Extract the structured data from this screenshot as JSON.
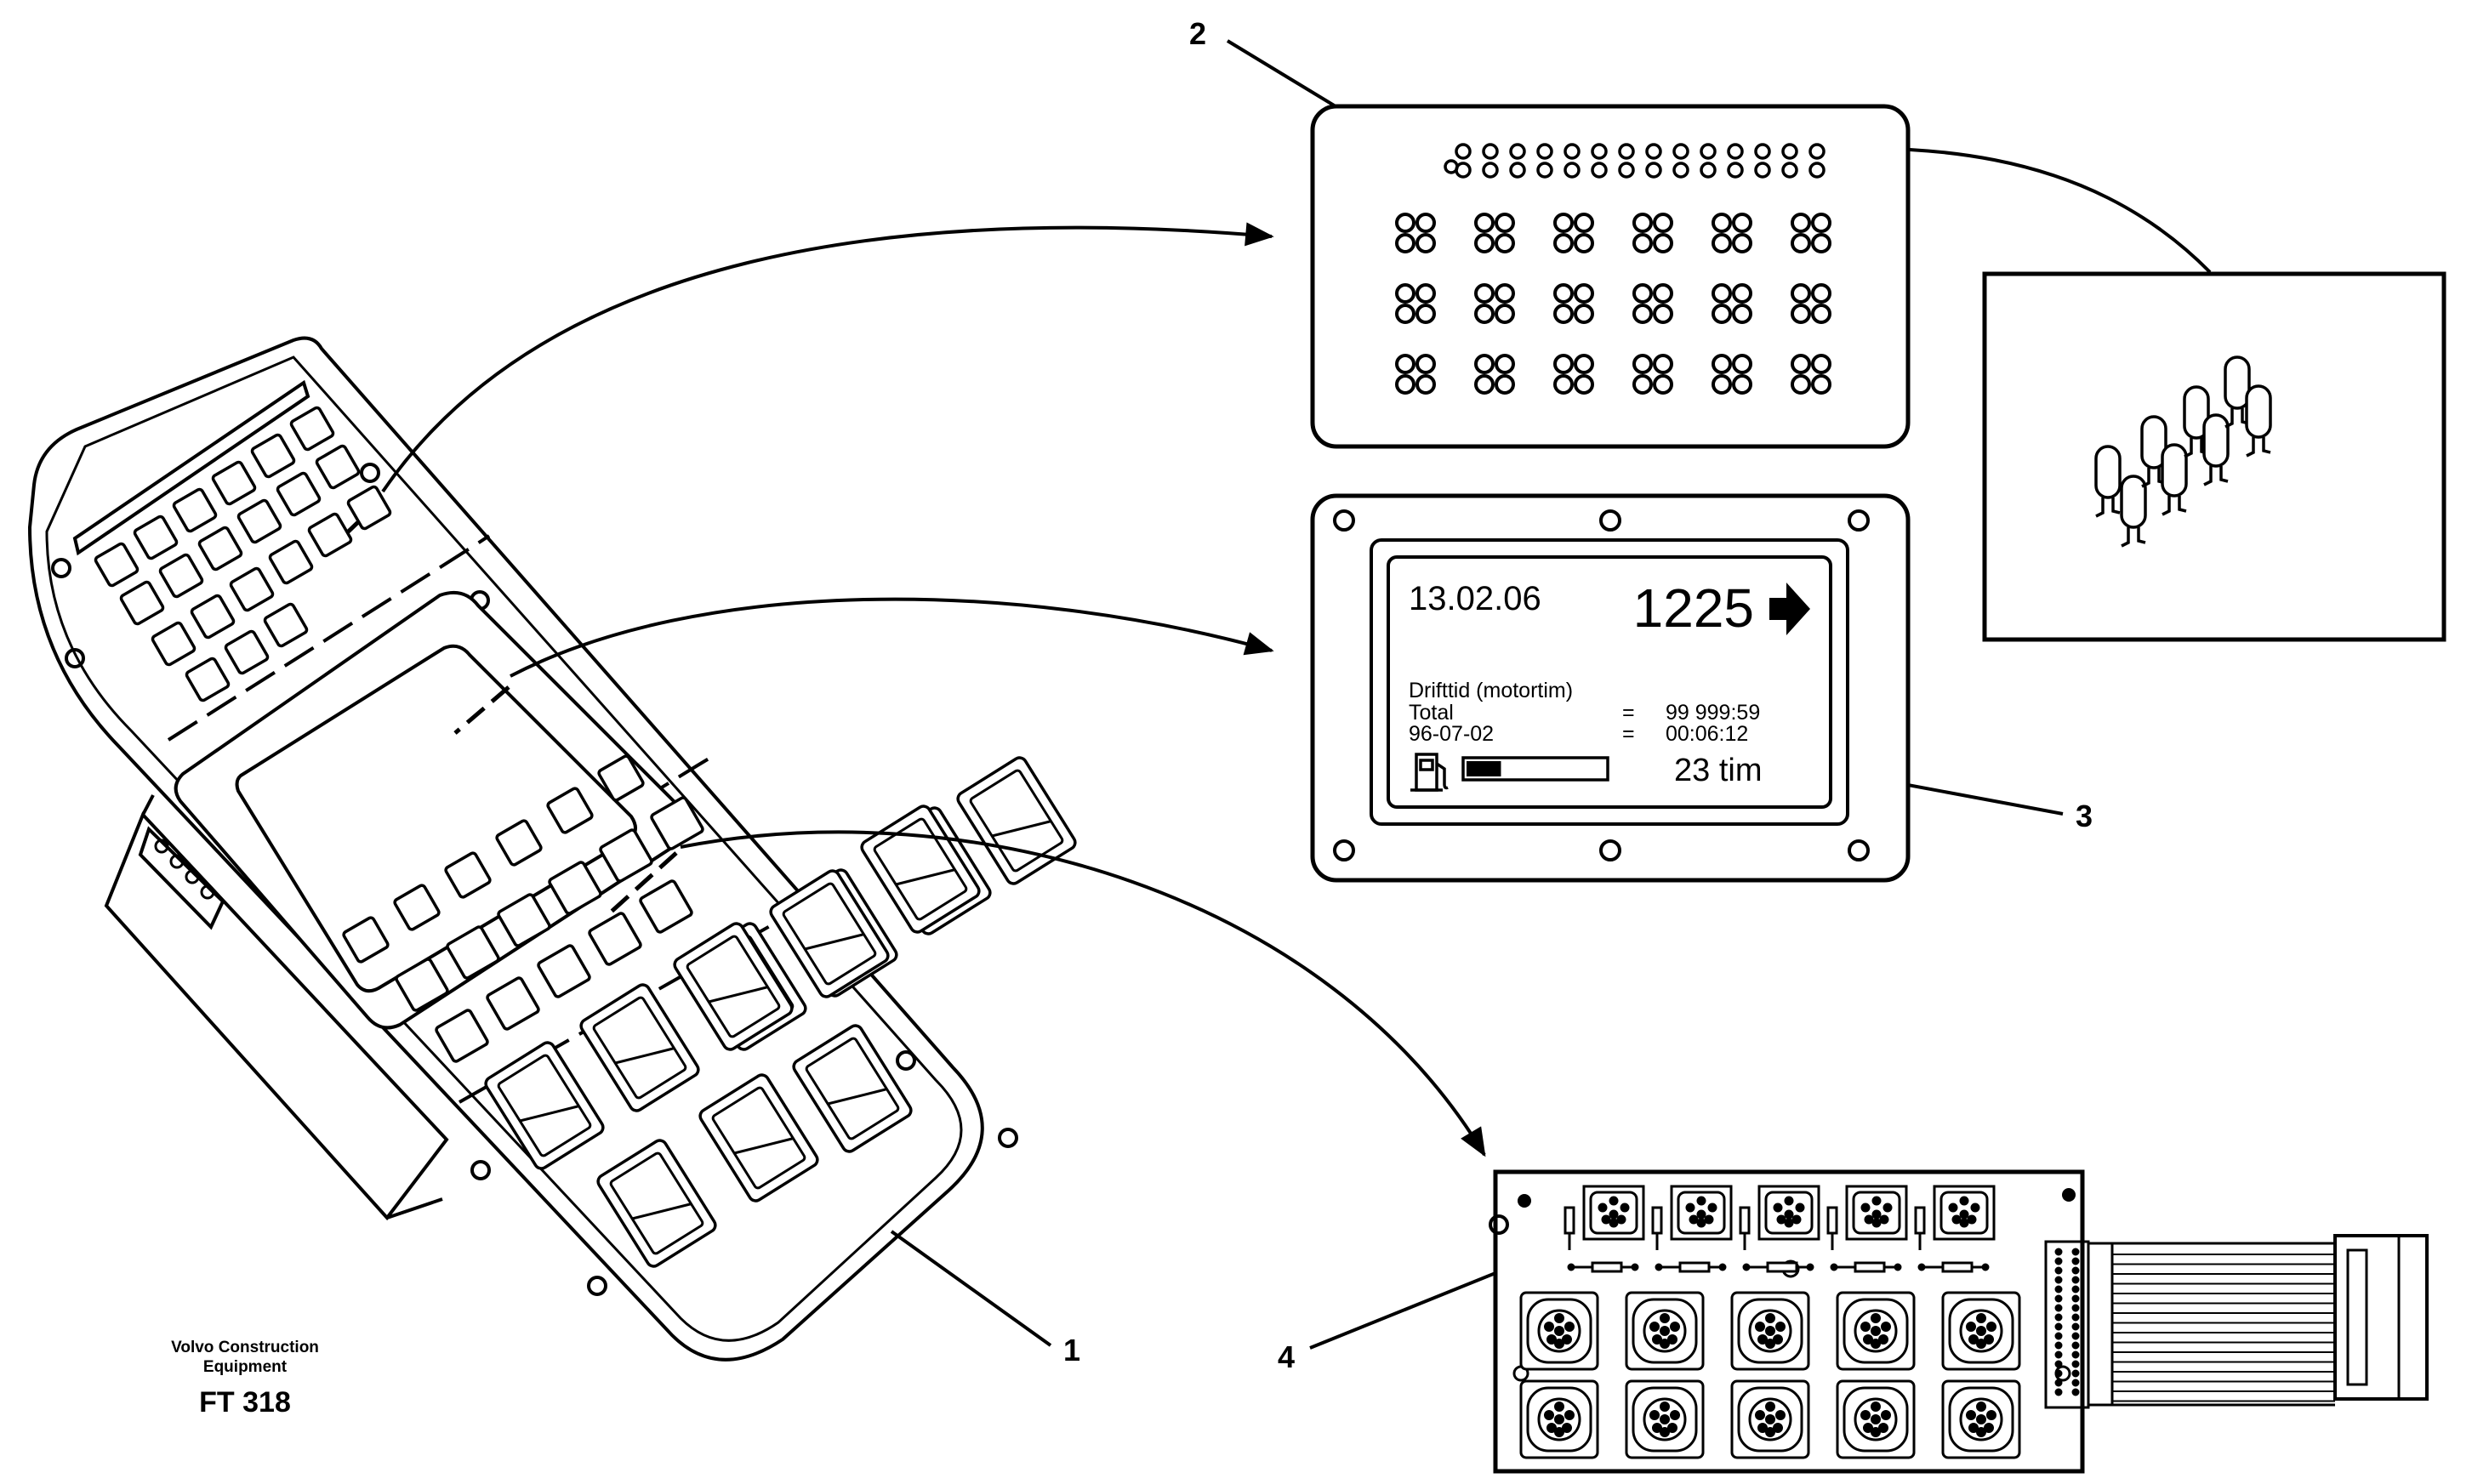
{
  "callouts": {
    "c1": "1",
    "c2": "2",
    "c3": "3",
    "c4": "4"
  },
  "display": {
    "date": "13.02.06",
    "value": "1225",
    "heading": "Drifttid (motortim)",
    "row1_label": "Total",
    "row1_eq": "=",
    "row1_value": "99 999:59",
    "row2_label": "96-07-02",
    "row2_eq": "=",
    "row2_value": "00:06:12",
    "remaining": "23 tim",
    "fuel_level": 0.25
  },
  "footer": {
    "line1": "Volvo Construction",
    "line2": "Equipment",
    "code": "FT 318"
  },
  "icons": {
    "arrow": "right-arrow-icon",
    "fuel": "fuel-pump-icon"
  }
}
